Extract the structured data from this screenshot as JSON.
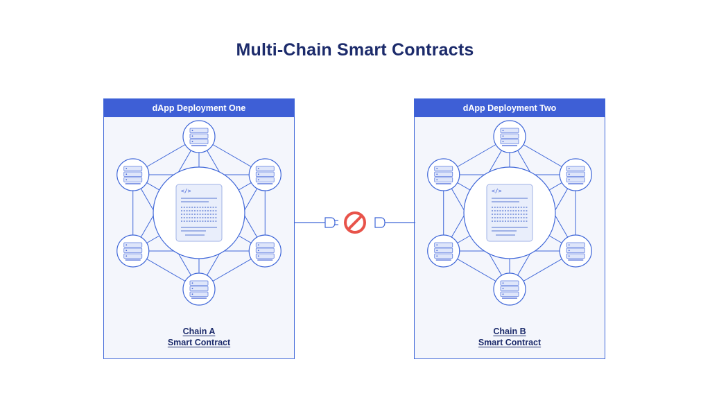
{
  "title": "Multi-Chain Smart Contracts",
  "panels": [
    {
      "header": "dApp Deployment One",
      "chain": "Chain A",
      "contract": "Smart Contract"
    },
    {
      "header": "dApp Deployment Two",
      "chain": "Chain B",
      "contract": "Smart Contract"
    }
  ],
  "colors": {
    "title": "#1c2b6b",
    "accent": "#3e5fd6",
    "panel_bg": "#f4f6fc",
    "line": "#3e66d8",
    "blocked": "#e8534a"
  },
  "icons": {
    "center": "smart-contract-document-icon",
    "node": "server-node-icon",
    "connector": "blocked-connection-icon"
  }
}
